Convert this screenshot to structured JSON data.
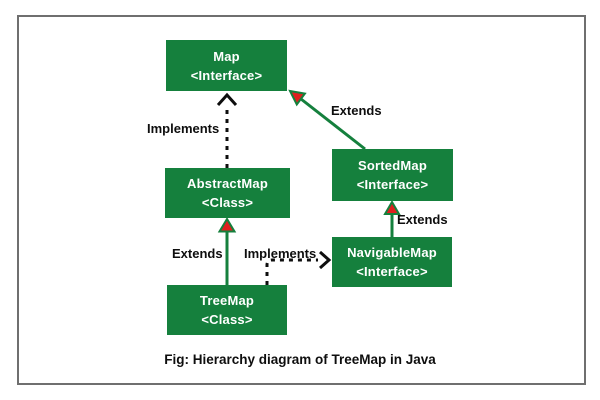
{
  "caption": "Fig: Hierarchy diagram of TreeMap in Java",
  "colors": {
    "green": "#15803d",
    "red": "#e01f1f",
    "ink": "#0e0e0e",
    "border": "#6f6f6f"
  },
  "nodes": {
    "map": {
      "name": "Map",
      "stereotype": "<Interface>"
    },
    "sortedmap": {
      "name": "SortedMap",
      "stereotype": "<Interface>"
    },
    "abstractmap": {
      "name": "AbstractMap",
      "stereotype": "<Class>"
    },
    "navigablemap": {
      "name": "NavigableMap",
      "stereotype": "<Interface>"
    },
    "treemap": {
      "name": "TreeMap",
      "stereotype": "<Class>"
    }
  },
  "edges": {
    "abstract_implements_map": {
      "label": "Implements",
      "from": "AbstractMap",
      "to": "Map",
      "style": "dashed-open-arrow"
    },
    "sorted_extends_map": {
      "label": "Extends",
      "from": "SortedMap",
      "to": "Map",
      "style": "solid-triangle"
    },
    "nav_extends_sorted": {
      "label": "Extends",
      "from": "NavigableMap",
      "to": "SortedMap",
      "style": "solid-triangle"
    },
    "tree_extends_abstract": {
      "label": "Extends",
      "from": "TreeMap",
      "to": "AbstractMap",
      "style": "solid-triangle"
    },
    "tree_implements_nav": {
      "label": "Implements",
      "from": "TreeMap",
      "to": "NavigableMap",
      "style": "dashed-open-arrow"
    }
  }
}
